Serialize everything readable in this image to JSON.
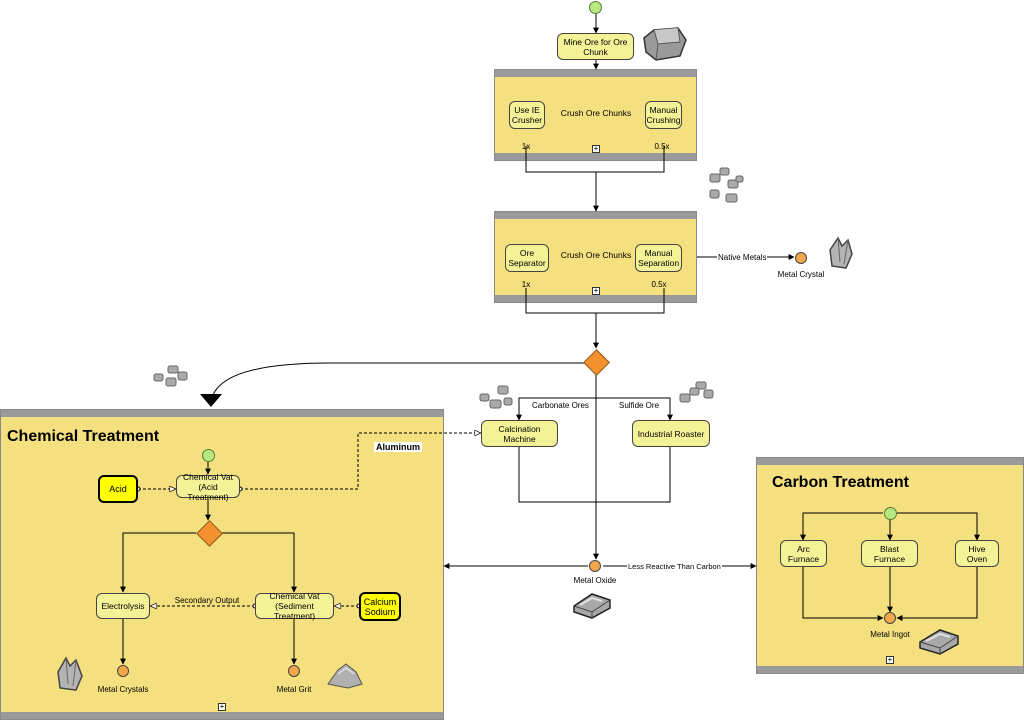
{
  "top": {
    "mine_ore": "Mine Ore for Ore Chunk"
  },
  "crush1": {
    "title": "Crush Ore Chunks",
    "left": "Use IE Crusher",
    "right": "Manual Crushing",
    "left_rate": "1x",
    "right_rate": "0.5x"
  },
  "crush2": {
    "title": "Crush Ore Chunks",
    "left": "Ore Separator",
    "right": "Manual Separation",
    "left_rate": "1x",
    "right_rate": "0.5x",
    "native_label": "Native Metals",
    "native_target": "Metal Crystal"
  },
  "middle": {
    "carbonate_label": "Carbonate Ores",
    "sulfide_label": "Sulfide Ore",
    "calcination": "Calcination Machine",
    "roaster": "Industrial Roaster",
    "metal_oxide": "Metal Oxide",
    "less_reactive": "Less Reactive Than Carbon"
  },
  "chemical": {
    "title": "Chemical Treatment",
    "aluminum": "Aluminum",
    "acid": "Acid",
    "vat_acid": "Chemical Vat (Acid Treatment)",
    "electrolysis": "Electrolysis",
    "secondary": "Secondary Output",
    "vat_sediment": "Chemical Vat (Sediment Treatment)",
    "calcium": "Calcium Sodium",
    "metal_crystals": "Metal Crystals",
    "metal_grit": "Metal Grit"
  },
  "carbon": {
    "title": "Carbon Treatment",
    "arc": "Arc Furnace",
    "blast": "Blast Furnace",
    "hive": "Hive Oven",
    "ingot": "Metal Ingot"
  },
  "icons": [
    "ore-chunk-icon",
    "ore-dust-icon",
    "crystal-icon",
    "ingot-icon",
    "grit-icon",
    "expand-icon"
  ]
}
